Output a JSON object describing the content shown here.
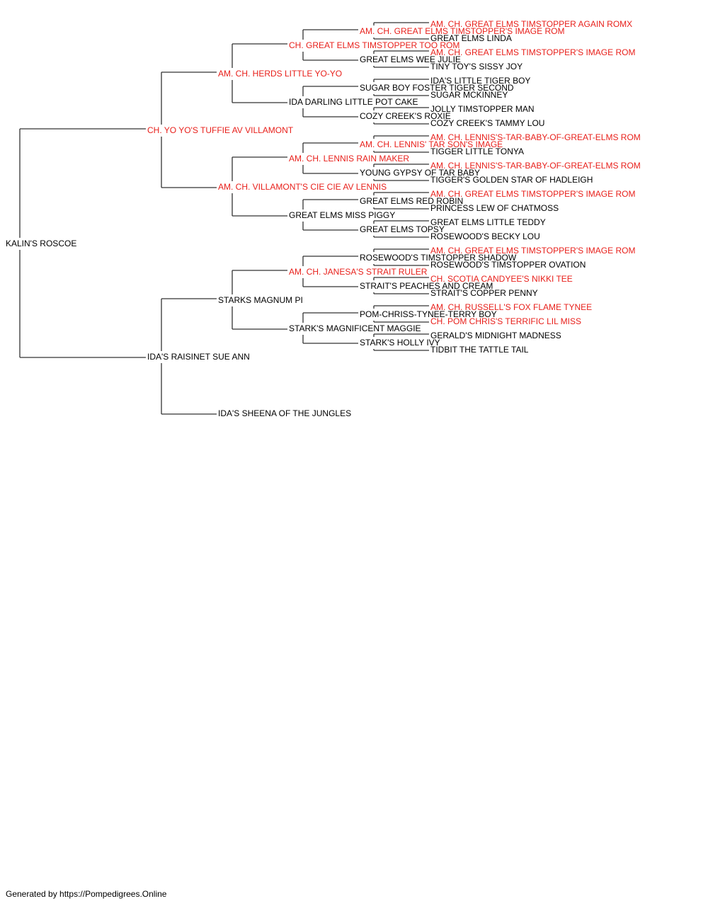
{
  "colors": {
    "champion": "#e8201b",
    "regular": "#000000",
    "line": "#333333"
  },
  "pedigree": {
    "name": "KALIN'S ROSCOE",
    "champion": false,
    "sire": {
      "name": "CH. YO YO'S TUFFIE AV VILLAMONT",
      "champion": true,
      "sire": {
        "name": "AM. CH. HERDS LITTLE YO-YO",
        "champion": true,
        "sire": {
          "name": "CH. GREAT ELMS TIMSTOPPER TOO ROM",
          "champion": true,
          "sire": {
            "name": "AM. CH. GREAT ELMS TIMSTOPPER'S IMAGE ROM",
            "champion": true,
            "sire": {
              "name": "AM. CH. GREAT ELMS TIMSTOPPER AGAIN ROMX",
              "champion": true
            },
            "dam": {
              "name": "GREAT ELMS LINDA",
              "champion": false
            }
          },
          "dam": {
            "name": "GREAT ELMS WEE JULIE",
            "champion": false,
            "sire": {
              "name": "AM. CH. GREAT ELMS TIMSTOPPER'S IMAGE ROM",
              "champion": true
            },
            "dam": {
              "name": "TINY TOY'S SISSY JOY",
              "champion": false
            }
          }
        },
        "dam": {
          "name": "IDA DARLING LITTLE POT CAKE",
          "champion": false,
          "sire": {
            "name": "SUGAR BOY FOSTER TIGER SECOND",
            "champion": false,
            "sire": {
              "name": "IDA'S LITTLE TIGER BOY",
              "champion": false
            },
            "dam": {
              "name": "SUGAR MCKINNEY",
              "champion": false
            }
          },
          "dam": {
            "name": "COZY CREEK'S ROXIE",
            "champion": false,
            "sire": {
              "name": "JOLLY TIMSTOPPER MAN",
              "champion": false
            },
            "dam": {
              "name": "COZY CREEK'S TAMMY LOU",
              "champion": false
            }
          }
        }
      },
      "dam": {
        "name": "AM. CH. VILLAMONT'S CIE CIE AV LENNIS",
        "champion": true,
        "sire": {
          "name": "AM. CH. LENNIS RAIN MAKER",
          "champion": true,
          "sire": {
            "name": "AM. CH. LENNIS' TAR SON'S IMAGE",
            "champion": true,
            "sire": {
              "name": "AM. CH. LENNIS'S-TAR-BABY-OF-GREAT-ELMS ROM",
              "champion": true
            },
            "dam": {
              "name": "TIGGER LITTLE TONYA",
              "champion": false
            }
          },
          "dam": {
            "name": "YOUNG GYPSY OF TAR BABY",
            "champion": false,
            "sire": {
              "name": "AM. CH. LENNIS'S-TAR-BABY-OF-GREAT-ELMS ROM",
              "champion": true
            },
            "dam": {
              "name": "TIGGER'S GOLDEN STAR OF HADLEIGH",
              "champion": false
            }
          }
        },
        "dam": {
          "name": "GREAT ELMS MISS PIGGY",
          "champion": false,
          "sire": {
            "name": "GREAT ELMS RED ROBIN",
            "champion": false,
            "sire": {
              "name": "AM. CH. GREAT ELMS TIMSTOPPER'S IMAGE ROM",
              "champion": true
            },
            "dam": {
              "name": "PRINCESS LEW OF CHATMOSS",
              "champion": false
            }
          },
          "dam": {
            "name": "GREAT ELMS TOPSY",
            "champion": false,
            "sire": {
              "name": "GREAT ELMS LITTLE TEDDY",
              "champion": false
            },
            "dam": {
              "name": "ROSEWOOD'S BECKY LOU",
              "champion": false
            }
          }
        }
      }
    },
    "dam": {
      "name": "IDA'S RAISINET SUE ANN",
      "champion": false,
      "sire": {
        "name": "STARKS MAGNUM PI",
        "champion": false,
        "sire": {
          "name": "AM. CH. JANESA'S STRAIT RULER",
          "champion": true,
          "sire": {
            "name": "ROSEWOOD'S TIMSTOPPER SHADOW",
            "champion": false,
            "sire": {
              "name": "AM. CH. GREAT ELMS TIMSTOPPER'S IMAGE ROM",
              "champion": true
            },
            "dam": {
              "name": "ROSEWOOD'S TIMSTOPPER OVATION",
              "champion": false
            }
          },
          "dam": {
            "name": "STRAIT'S PEACHES AND CREAM",
            "champion": false,
            "sire": {
              "name": "CH. SCOTIA CANDYEE'S NIKKI TEE",
              "champion": true
            },
            "dam": {
              "name": "STRAIT'S COPPER PENNY",
              "champion": false
            }
          }
        },
        "dam": {
          "name": "STARK'S MAGNIFICENT MAGGIE",
          "champion": false,
          "sire": {
            "name": "POM-CHRISS-TYNEE-TERRY BOY",
            "champion": false,
            "sire": {
              "name": "AM. CH. RUSSELL'S FOX FLAME TYNEE",
              "champion": true
            },
            "dam": {
              "name": "CH. POM CHRIS'S TERRIFIC LIL MISS",
              "champion": true
            }
          },
          "dam": {
            "name": "STARK'S HOLLY IVY",
            "champion": false,
            "sire": {
              "name": "GERALD'S MIDNIGHT MADNESS",
              "champion": false
            },
            "dam": {
              "name": "TIDBIT THE TATTLE TAIL",
              "champion": false
            }
          }
        }
      },
      "dam": {
        "name": "IDA'S SHEENA OF THE JUNGLES",
        "champion": false
      }
    }
  },
  "footer": {
    "text": "Generated by https://Pompedigrees.Online"
  }
}
